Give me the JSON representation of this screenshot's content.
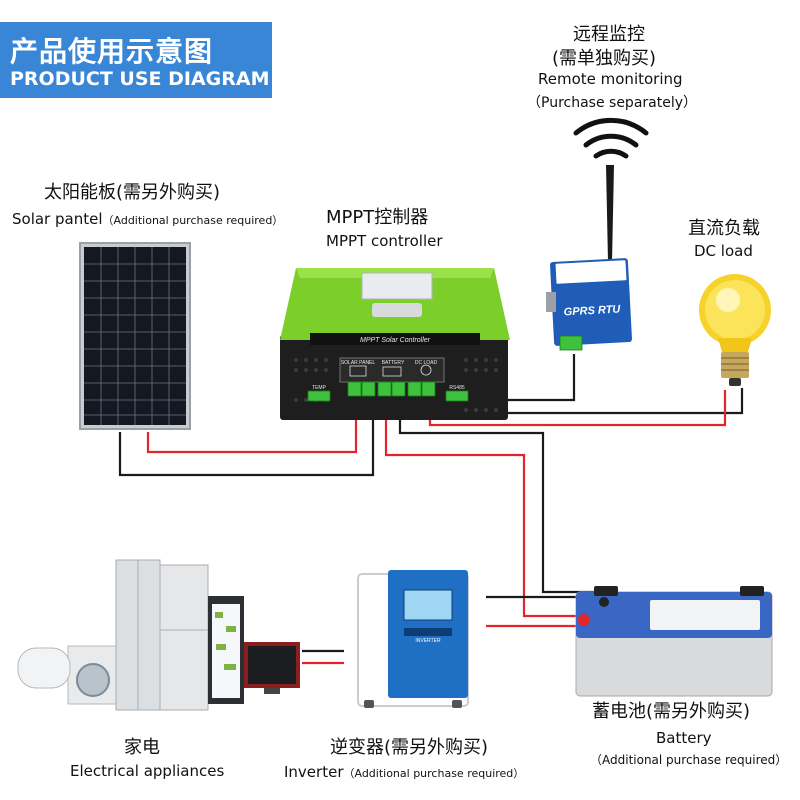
{
  "banner": {
    "title_zh": "产品使用示意图",
    "title_en": "PRODUCT USE DIAGRAM"
  },
  "solar_panel": {
    "zh": "太阳能板(需另外购买)",
    "en": "Solar pantel",
    "note": "（Additional purchase required）"
  },
  "controller": {
    "zh": "MPPT控制器",
    "en": "MPPT controller",
    "device_text": "MPPT Solar Controller",
    "ports": [
      "SOLAR PANEL",
      "BATTERY",
      "DC LOAD"
    ],
    "temp_label": "TEMP",
    "rs485_label": "RS485"
  },
  "remote": {
    "zh1": "远程监控",
    "zh2": "(需单独购买)",
    "en": "Remote monitoring",
    "note": "（Purchase separately）",
    "device_text": "GPRS RTU"
  },
  "dc_load": {
    "zh": "直流负载",
    "en": "DC load"
  },
  "appliances": {
    "zh": "家电",
    "en": "Electrical appliances"
  },
  "inverter": {
    "zh": "逆变器(需另外购买)",
    "en": "Inverter",
    "note": "（Additional purchase required）",
    "device_text": "INVERTER"
  },
  "battery": {
    "zh": "蓄电池(需另外购买)",
    "en": "Battery",
    "note": "（Additional purchase required）"
  },
  "colors": {
    "banner": "#3a86d6",
    "wire_red": "#e0262b",
    "wire_black": "#1a1a1a",
    "controller_green": "#7ccf2a",
    "controller_body": "#1e1e1e",
    "inverter_blue": "#1f6fc4"
  }
}
